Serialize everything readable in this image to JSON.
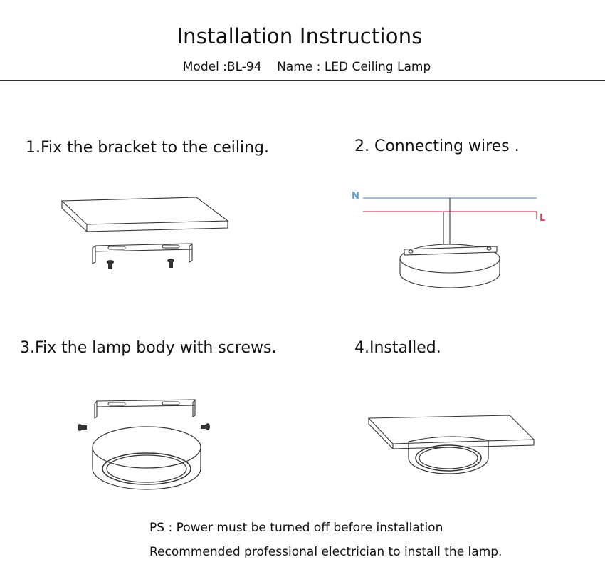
{
  "header": {
    "title": "Installation Instructions",
    "subtitle": "Model :BL-94    Name : LED Ceiling Lamp"
  },
  "steps": [
    {
      "label": "1.Fix the bracket to the ceiling."
    },
    {
      "label": "2. Connecting wires ."
    },
    {
      "label": "3.Fix the lamp body with screws."
    },
    {
      "label": "4.Installed."
    }
  ],
  "wiring": {
    "neutral_label": "N",
    "live_label": "L",
    "neutral_color": "#5b9bd5",
    "live_color": "#e0405a"
  },
  "notes": [
    "PS : Power must be turned off before installation",
    "Recommended professional electrician to install the lamp."
  ]
}
